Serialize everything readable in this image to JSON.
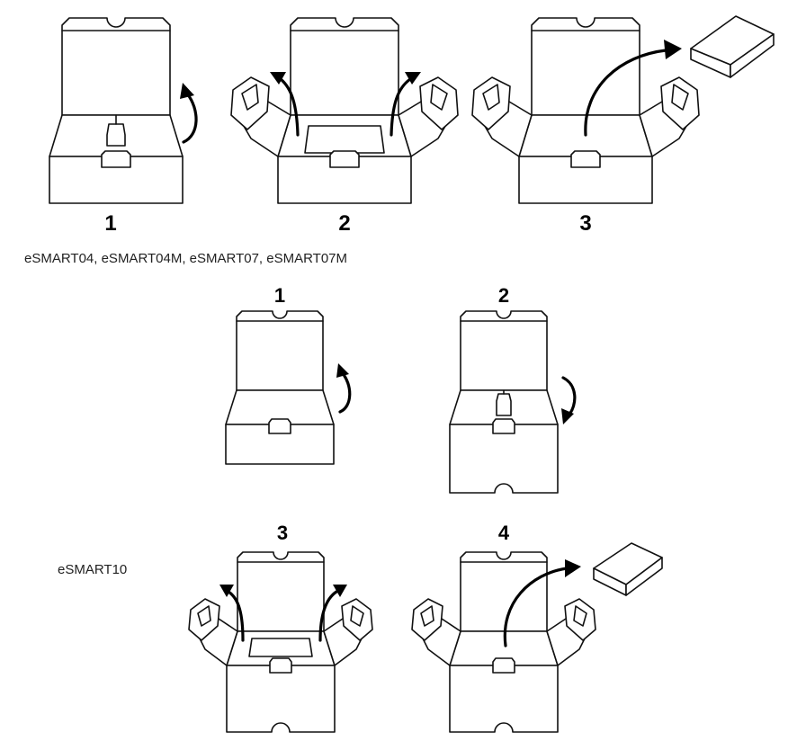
{
  "models": {
    "group1": "eSMART04, eSMART04M, eSMART07, eSMART07M",
    "group2": "eSMART10"
  },
  "steps": {
    "group1": [
      "1",
      "2",
      "3"
    ],
    "group2": [
      "1",
      "2",
      "3",
      "4"
    ]
  },
  "colors": {
    "ink": "#000000",
    "text": "#222222",
    "background": "#ffffff"
  }
}
